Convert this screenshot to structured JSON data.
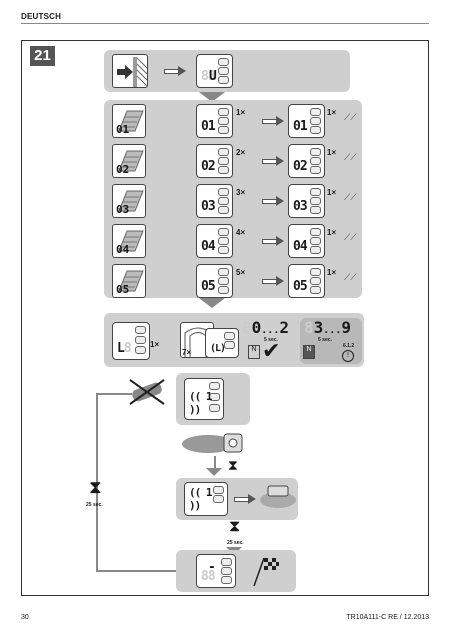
{
  "header": {
    "language": "DEUTSCH"
  },
  "figure": {
    "number": "21"
  },
  "step1": {
    "display": "U",
    "display_ghost": "88"
  },
  "rows": [
    {
      "icon_label": "01",
      "display": "01",
      "press": "1×",
      "result": "01",
      "result_press": "1×"
    },
    {
      "icon_label": "02",
      "display": "02",
      "press": "2×",
      "result": "02",
      "result_press": "1×"
    },
    {
      "icon_label": "03",
      "display": "03",
      "press": "3×",
      "result": "03",
      "result_press": "1×"
    },
    {
      "icon_label": "04",
      "display": "04",
      "press": "4×",
      "result": "04",
      "result_press": "1×"
    },
    {
      "icon_label": "05",
      "display": "05",
      "press": "5×",
      "result": "05",
      "result_press": "1×"
    }
  ],
  "learn": {
    "display": "L",
    "display_ghost": "8",
    "press": "1×",
    "door_press": "7×",
    "door_display": "(L)",
    "seq1_from": "0",
    "seq1_to": "2",
    "seq1_ghost": "8",
    "seq1_time": "5 sec.",
    "seq2_from": "3",
    "seq2_to": "9",
    "seq2_ghost": "8",
    "seq2_time": "5 sec.",
    "seq2_ref": "6.1.2",
    "check_icon": "checkmark-icon"
  },
  "remote": {
    "display": "(( 1 ))"
  },
  "wait": {
    "left_time": "25 sec.",
    "center_time": "25 sec."
  },
  "remote2": {
    "display": "(( 1 ))"
  },
  "final": {
    "display": "-",
    "display_ghost": "88"
  },
  "footer": {
    "page": "30",
    "doc": "TR10A111-C  RE / 12.2013"
  }
}
